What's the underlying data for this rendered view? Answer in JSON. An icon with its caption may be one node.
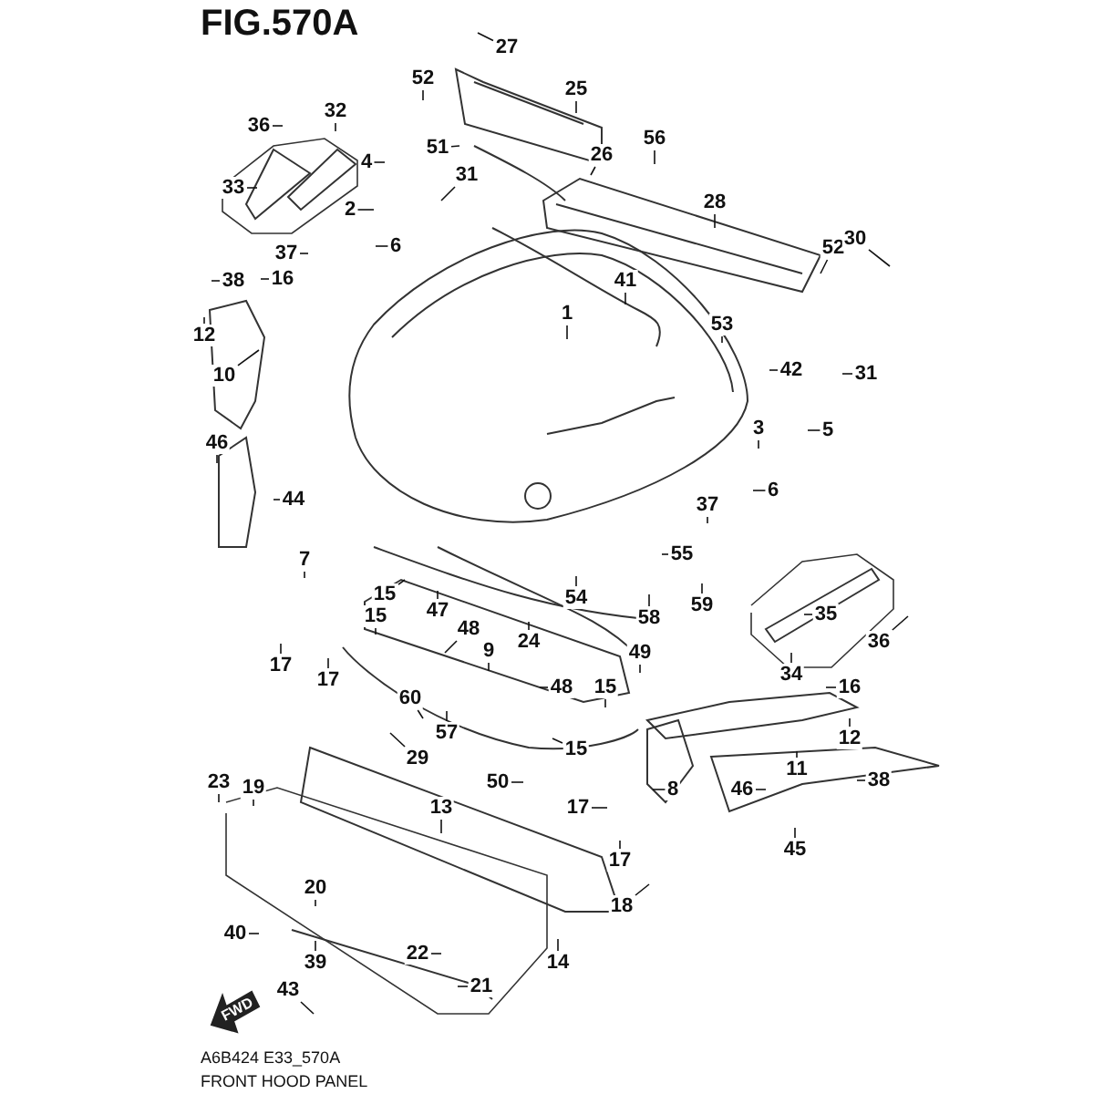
{
  "diagram": {
    "title": "FIG.570A",
    "caption": "FRONT HOOD PANEL",
    "nodes": [
      {
        "text": [
          "27"
        ]
      },
      {
        "text": [
          "52"
        ]
      },
      {
        "text": [
          "25"
        ]
      },
      {
        "text": [
          "36"
        ]
      },
      {
        "text": [
          "32"
        ]
      },
      {
        "text": [
          "56"
        ]
      },
      {
        "text": [
          "51"
        ]
      },
      {
        "text": [
          "26"
        ]
      },
      {
        "text": [
          "4"
        ]
      },
      {
        "text": [
          "31"
        ]
      },
      {
        "text": [
          "33"
        ]
      },
      {
        "text": [
          "2"
        ]
      },
      {
        "text": [
          "28"
        ]
      },
      {
        "text": [
          "37"
        ]
      },
      {
        "text": [
          "6"
        ]
      },
      {
        "text": [
          "52"
        ]
      },
      {
        "text": [
          "30"
        ]
      },
      {
        "text": [
          "38"
        ]
      },
      {
        "text": [
          "16"
        ]
      },
      {
        "text": [
          "41"
        ]
      },
      {
        "text": [
          "1"
        ]
      },
      {
        "text": [
          "53"
        ]
      },
      {
        "text": [
          "42"
        ]
      },
      {
        "text": [
          "31"
        ]
      },
      {
        "text": [
          "12"
        ]
      },
      {
        "text": [
          "10"
        ]
      },
      {
        "text": [
          "3"
        ]
      },
      {
        "text": [
          "5"
        ]
      },
      {
        "text": [
          "46"
        ]
      },
      {
        "text": [
          "44"
        ]
      },
      {
        "text": [
          "6"
        ]
      },
      {
        "text": [
          "37"
        ]
      },
      {
        "text": [
          "55"
        ]
      },
      {
        "text": [
          "54"
        ]
      },
      {
        "text": [
          "58"
        ]
      },
      {
        "text": [
          "59"
        ]
      },
      {
        "text": [
          "7"
        ]
      },
      {
        "text": [
          "15"
        ]
      },
      {
        "text": [
          "47"
        ]
      },
      {
        "text": [
          "15"
        ]
      },
      {
        "text": [
          "48"
        ]
      },
      {
        "text": [
          "24"
        ]
      },
      {
        "text": [
          "17"
        ]
      },
      {
        "text": [
          "17"
        ]
      },
      {
        "text": [
          "9"
        ]
      },
      {
        "text": [
          "49"
        ]
      },
      {
        "text": [
          "35"
        ]
      },
      {
        "text": [
          "36"
        ]
      },
      {
        "text": [
          "60"
        ]
      },
      {
        "text": [
          "57"
        ]
      },
      {
        "text": [
          "29"
        ]
      },
      {
        "text": [
          "48"
        ]
      },
      {
        "text": [
          "15"
        ]
      },
      {
        "text": [
          "15"
        ]
      },
      {
        "text": [
          "34"
        ]
      },
      {
        "text": [
          "16"
        ]
      },
      {
        "text": [
          "12"
        ]
      },
      {
        "text": [
          "11"
        ]
      },
      {
        "text": [
          "50"
        ]
      },
      {
        "text": [
          "46"
        ]
      },
      {
        "text": [
          "38"
        ]
      },
      {
        "text": [
          "8"
        ]
      },
      {
        "text": [
          "17"
        ]
      },
      {
        "text": [
          "17"
        ]
      },
      {
        "text": [
          "45"
        ]
      },
      {
        "text": [
          "23"
        ]
      },
      {
        "text": [
          "19"
        ]
      },
      {
        "text": [
          "13"
        ]
      },
      {
        "text": [
          "18"
        ]
      },
      {
        "text": [
          "14"
        ]
      },
      {
        "text": [
          "20"
        ]
      },
      {
        "text": [
          "40"
        ]
      },
      {
        "text": [
          "39"
        ]
      },
      {
        "text": [
          "22"
        ]
      },
      {
        "text": [
          "21"
        ]
      },
      {
        "text": [
          "43"
        ]
      }
    ],
    "edges": [
      {
        "from": 0,
        "to": null,
        "arrow": "none"
      },
      {
        "from": 1,
        "to": null,
        "arrow": "none"
      },
      {
        "from": 2,
        "to": null,
        "arrow": "none"
      },
      {
        "from": 3,
        "to": null,
        "arrow": "none"
      },
      {
        "from": 4,
        "to": null,
        "arrow": "none"
      },
      {
        "from": 5,
        "to": null,
        "arrow": "none"
      },
      {
        "from": 6,
        "to": null,
        "arrow": "none"
      },
      {
        "from": 7,
        "to": null,
        "arrow": "none"
      },
      {
        "from": 8,
        "to": null,
        "arrow": "none"
      },
      {
        "from": 9,
        "to": null,
        "arrow": "none"
      },
      {
        "from": 10,
        "to": null,
        "arrow": "none"
      },
      {
        "from": 11,
        "to": null,
        "arrow": "none"
      },
      {
        "from": 12,
        "to": null,
        "arrow": "none"
      },
      {
        "from": 13,
        "to": null,
        "arrow": "none"
      },
      {
        "from": 14,
        "to": null,
        "arrow": "none"
      },
      {
        "from": 15,
        "to": null,
        "arrow": "none"
      },
      {
        "from": 16,
        "to": null,
        "arrow": "none"
      },
      {
        "from": 17,
        "to": null,
        "arrow": "none"
      },
      {
        "from": 18,
        "to": null,
        "arrow": "none"
      },
      {
        "from": 19,
        "to": null,
        "arrow": "none"
      },
      {
        "from": 20,
        "to": null,
        "arrow": "none"
      },
      {
        "from": 21,
        "to": null,
        "arrow": "none"
      },
      {
        "from": 22,
        "to": null,
        "arrow": "none"
      },
      {
        "from": 23,
        "to": null,
        "arrow": "none"
      },
      {
        "from": 24,
        "to": null,
        "arrow": "none"
      },
      {
        "from": 25,
        "to": null,
        "arrow": "none"
      },
      {
        "from": 26,
        "to": null,
        "arrow": "none"
      },
      {
        "from": 27,
        "to": null,
        "arrow": "none"
      },
      {
        "from": 28,
        "to": null,
        "arrow": "none"
      },
      {
        "from": 29,
        "to": null,
        "arrow": "none"
      },
      {
        "from": 30,
        "to": null,
        "arrow": "none"
      },
      {
        "from": 31,
        "to": null,
        "arrow": "none"
      },
      {
        "from": 32,
        "to": null,
        "arrow": "none"
      },
      {
        "from": 33,
        "to": null,
        "arrow": "none"
      },
      {
        "from": 34,
        "to": null,
        "arrow": "none"
      },
      {
        "from": 35,
        "to": null,
        "arrow": "none"
      },
      {
        "from": 36,
        "to": null,
        "arrow": "none"
      },
      {
        "from": 37,
        "to": null,
        "arrow": "none"
      },
      {
        "from": 38,
        "to": null,
        "arrow": "none"
      },
      {
        "from": 39,
        "to": null,
        "arrow": "none"
      },
      {
        "from": 40,
        "to": null,
        "arrow": "none"
      },
      {
        "from": 41,
        "to": null,
        "arrow": "none"
      },
      {
        "from": 42,
        "to": null,
        "arrow": "none"
      },
      {
        "from": 43,
        "to": null,
        "arrow": "none"
      },
      {
        "from": 44,
        "to": null,
        "arrow": "none"
      },
      {
        "from": 45,
        "to": null,
        "arrow": "none"
      },
      {
        "from": 46,
        "to": null,
        "arrow": "none"
      },
      {
        "from": 47,
        "to": null,
        "arrow": "none"
      },
      {
        "from": 48,
        "to": null,
        "arrow": "none"
      },
      {
        "from": 49,
        "to": null,
        "arrow": "none"
      },
      {
        "from": 50,
        "to": null,
        "arrow": "none"
      },
      {
        "from": 51,
        "to": null,
        "arrow": "none"
      },
      {
        "from": 52,
        "to": null,
        "arrow": "none"
      },
      {
        "from": 53,
        "to": null,
        "arrow": "none"
      },
      {
        "from": 54,
        "to": null,
        "arrow": "none"
      },
      {
        "from": 55,
        "to": null,
        "arrow": "none"
      },
      {
        "from": 56,
        "to": null,
        "arrow": "none"
      },
      {
        "from": 57,
        "to": null,
        "arrow": "none"
      },
      {
        "from": 58,
        "to": null,
        "arrow": "none"
      },
      {
        "from": 59,
        "to": null,
        "arrow": "none"
      },
      {
        "from": 60,
        "to": null,
        "arrow": "none"
      },
      {
        "from": 61,
        "to": null,
        "arrow": "none"
      },
      {
        "from": 62,
        "to": null,
        "arrow": "none"
      },
      {
        "from": 63,
        "to": null,
        "arrow": "none"
      },
      {
        "from": 64,
        "to": null,
        "arrow": "none"
      },
      {
        "from": 65,
        "to": null,
        "arrow": "none"
      },
      {
        "from": 66,
        "to": null,
        "arrow": "none"
      },
      {
        "from": 67,
        "to": null,
        "arrow": "none"
      },
      {
        "from": 68,
        "to": null,
        "arrow": "none"
      },
      {
        "from": 69,
        "to": null,
        "arrow": "none"
      },
      {
        "from": 70,
        "to": null,
        "arrow": "none"
      },
      {
        "from": 71,
        "to": null,
        "arrow": "none"
      },
      {
        "from": 72,
        "to": null,
        "arrow": "none"
      },
      {
        "from": 73,
        "to": null,
        "arrow": "none"
      },
      {
        "from": 74,
        "to": null,
        "arrow": "none"
      },
      {
        "from": 75,
        "to": null,
        "arrow": "none"
      }
    ],
    "labels": [
      "FWD",
      "A6B424 E33_570A"
    ]
  }
}
